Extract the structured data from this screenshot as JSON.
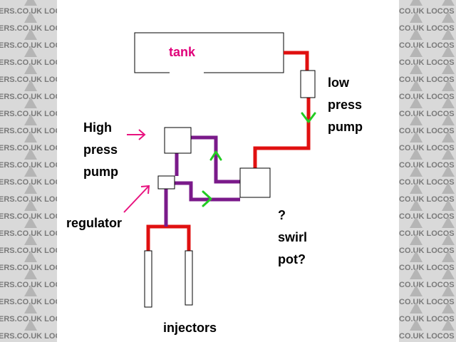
{
  "watermark": {
    "left_text": "ERS.CO.UK LOCOS",
    "right_text": "CO.UK LOCOS",
    "text_color": "#7a7a7a",
    "strip_color": "#d9d9d9"
  },
  "diagram": {
    "labels": {
      "tank": "tank",
      "low_press_pump": "low\npress\npump",
      "high_press_pump": "High\npress\npump",
      "regulator": "regulator",
      "swirl_pot": "?\nswirl\npot?",
      "injectors": "injectors"
    },
    "colors": {
      "tank_label": "#e0007a",
      "pointer_arrow": "#e8137f",
      "low_pressure_line": "#e01010",
      "high_pressure_line": "#7a1a8a",
      "flow_arrow": "#22cc22",
      "component_outline": "#000000"
    }
  }
}
